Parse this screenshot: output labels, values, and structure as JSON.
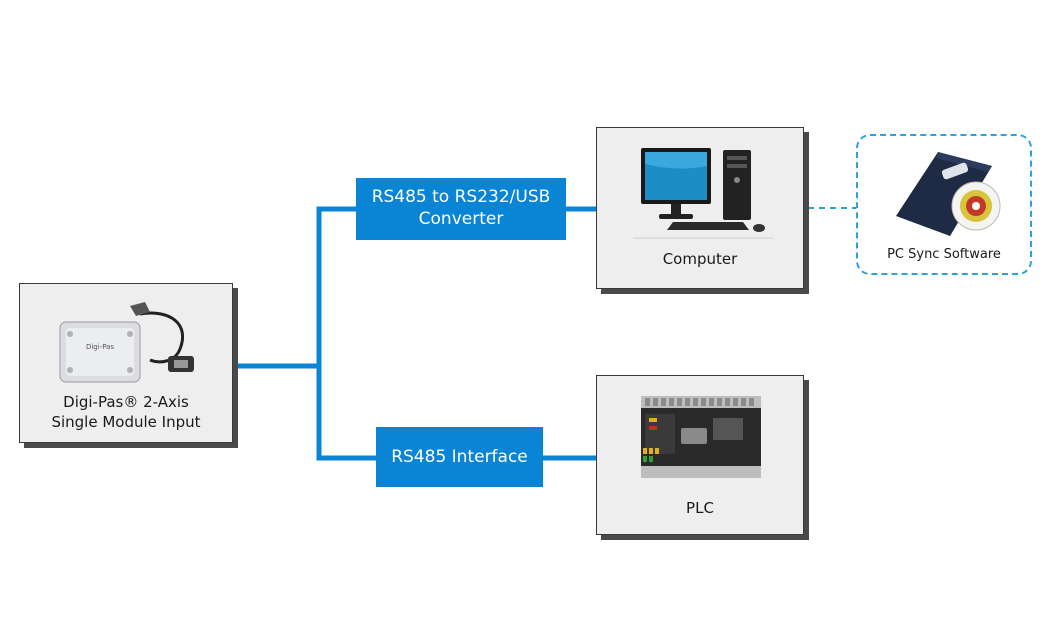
{
  "nodes": {
    "sensor": {
      "line1": "Digi-Pas®  2-Axis",
      "line2": "Single Module Input"
    },
    "computer": {
      "label": "Computer"
    },
    "plc": {
      "label": "PLC"
    },
    "software": {
      "label": "PC Sync Software"
    }
  },
  "connectors": {
    "usb_converter": {
      "line1": "RS485 to RS232/USB",
      "line2": "Converter"
    },
    "rs485": {
      "label": "RS485 Interface"
    }
  },
  "colors": {
    "accent": "#0a84d4",
    "dashed": "#2aa3dc",
    "box_bg": "#eeeeee"
  }
}
